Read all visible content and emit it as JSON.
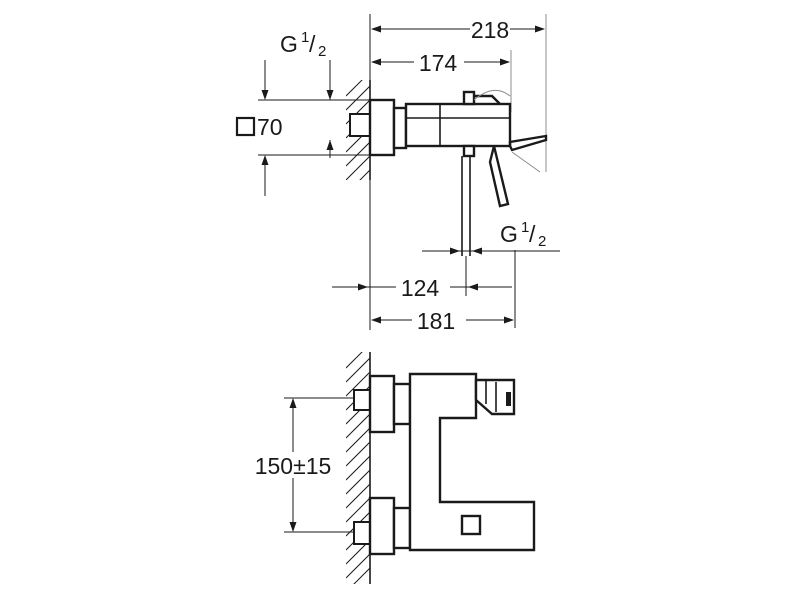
{
  "side_view": {
    "total_depth": "218",
    "outlet_depth": "174",
    "inlet_thread": "G",
    "inlet_thread_num": "1",
    "inlet_thread_den": "2",
    "escutcheon_size": "70",
    "outlet_thread": "G",
    "outlet_thread_num": "1",
    "outlet_thread_den": "2",
    "outlet_offset": "124",
    "overall_projection": "181"
  },
  "front_view": {
    "center_distance": "150±15"
  },
  "icons": {
    "square_symbol": "square-outline-icon"
  }
}
